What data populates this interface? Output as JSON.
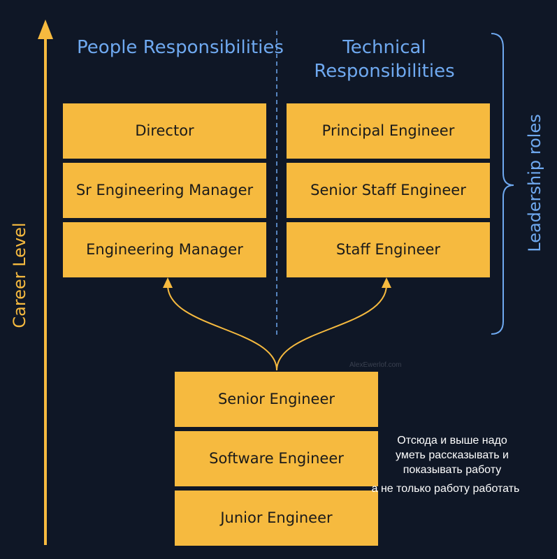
{
  "axis": {
    "career_level_label": "Career Level"
  },
  "columns": {
    "people_title": "People Responsibilities",
    "technical_title": "Technical Responsibilities"
  },
  "leadership_label": "Leadership roles",
  "people_roles": [
    "Director",
    "Sr Engineering Manager",
    "Engineering Manager"
  ],
  "technical_roles": [
    "Principal Engineer",
    "Senior Staff Engineer",
    "Staff Engineer"
  ],
  "ic_roles": [
    "Senior Engineer",
    "Software Engineer",
    "Junior Engineer"
  ],
  "note": {
    "line1": "Отсюда и выше надо",
    "line2": "уметь рассказывать и",
    "line3": "показывать работу",
    "line4": "а не только работу работать"
  },
  "watermark": "AlexEwerlof.com",
  "colors": {
    "background": "#0f1726",
    "box": "#f6ba3f",
    "arrow": "#f6ba3f",
    "title": "#6fa9f0",
    "bracket": "#6fa9f0"
  }
}
